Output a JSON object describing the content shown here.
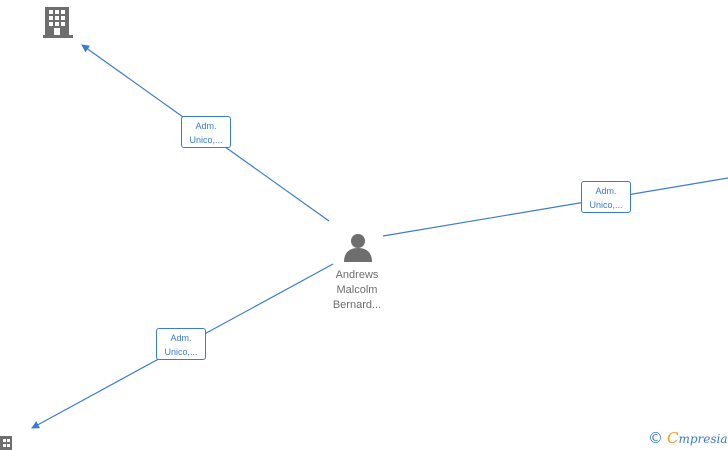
{
  "center_person": {
    "name_lines": [
      "Andrews",
      "Malcolm",
      "Bernard..."
    ],
    "icon": "person-icon"
  },
  "relations": [
    {
      "label_lines": [
        "Adm.",
        "Unico,..."
      ],
      "target_icon": "building-icon"
    },
    {
      "label_lines": [
        "Adm.",
        "Unico,..."
      ],
      "target_icon": "building-icon"
    },
    {
      "label_lines": [
        "Adm.",
        "Unico,..."
      ],
      "target_icon": "building-icon"
    }
  ],
  "footer": {
    "copyright_symbol": "©",
    "brand_initial": "C",
    "brand_rest": "mpresia"
  },
  "colors": {
    "edge": "#3a7bd5",
    "icon": "#6e6e6e",
    "brand_accent": "#f39a1b"
  }
}
